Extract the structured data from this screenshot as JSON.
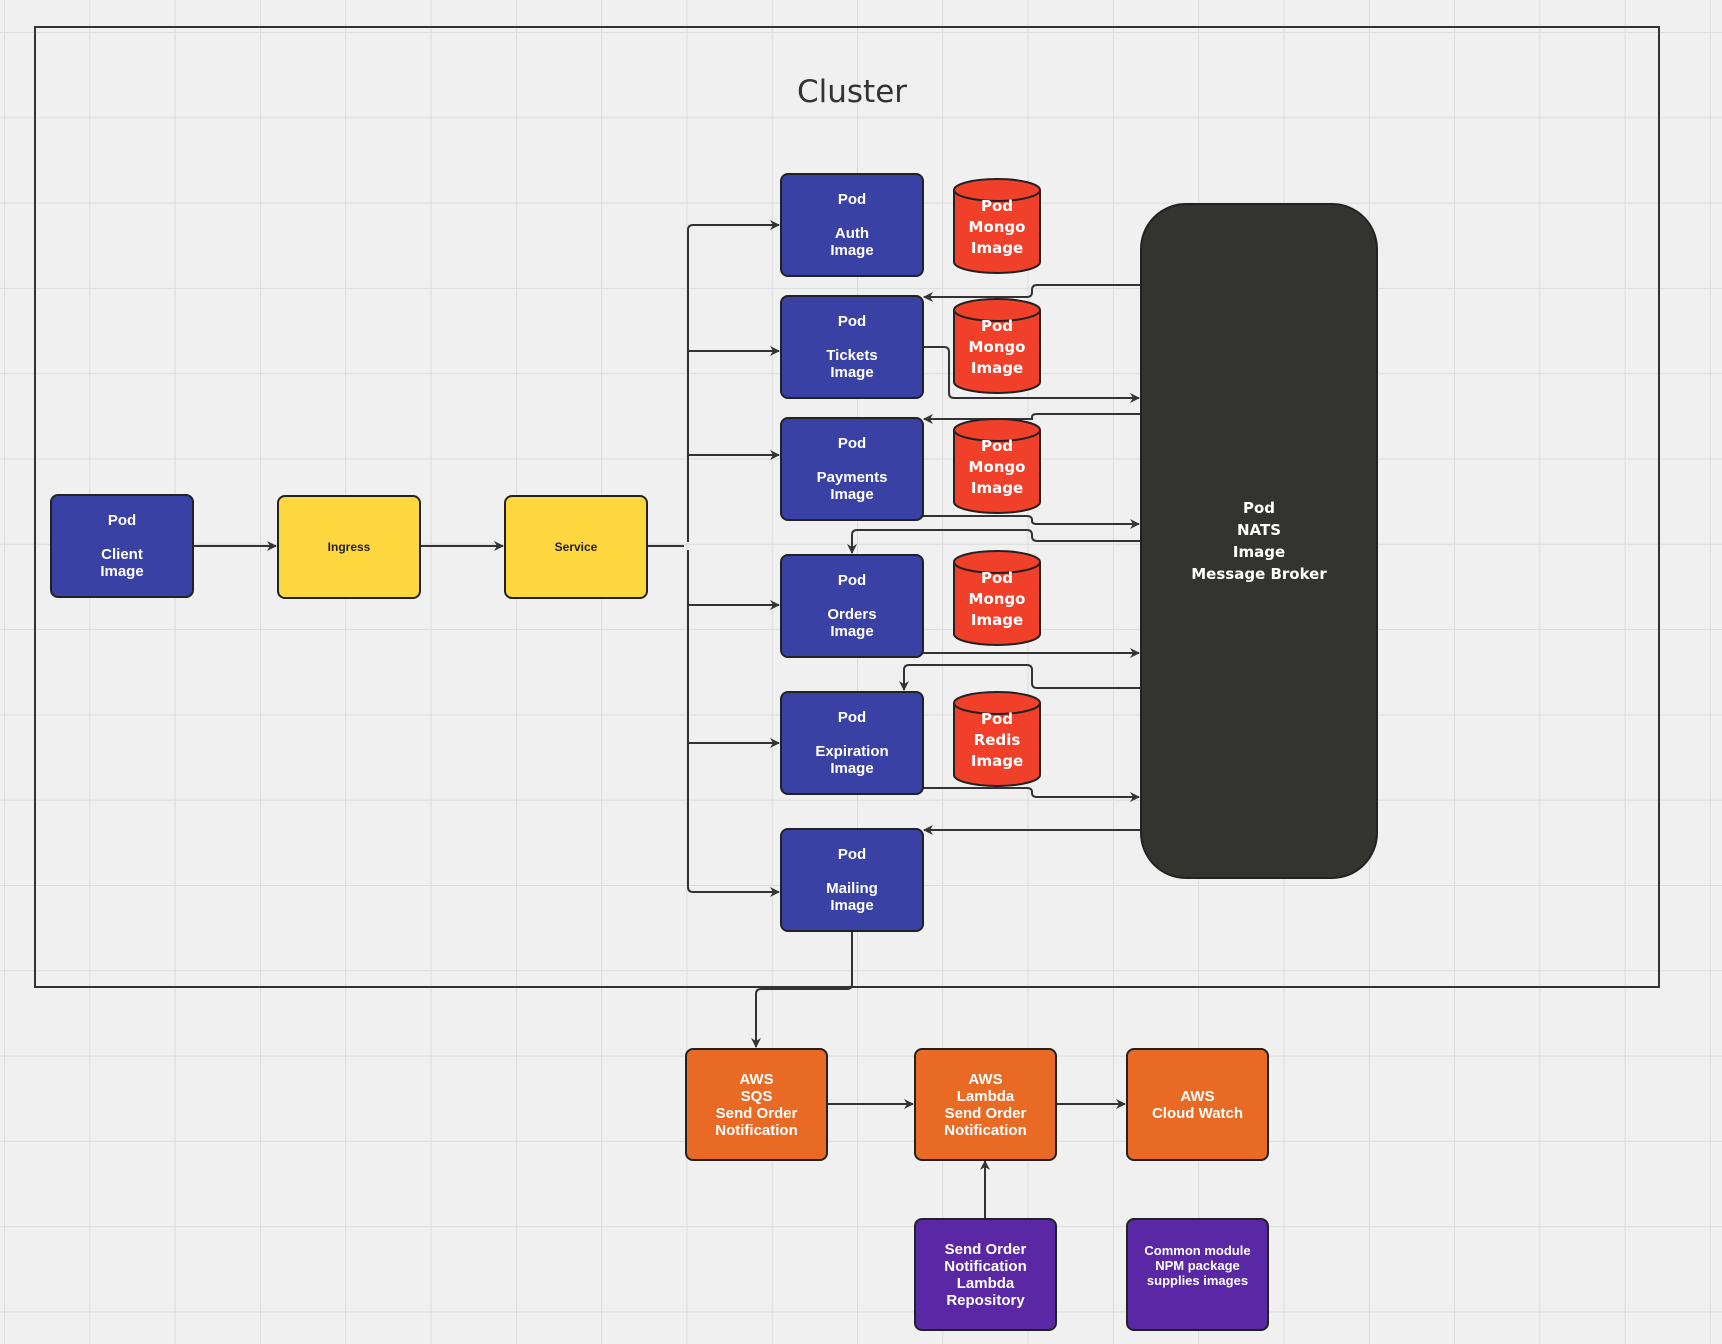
{
  "cluster": {
    "title": "Cluster"
  },
  "colors": {
    "pod": "#3a41a4",
    "network": "#ffd840",
    "database": "#f0402a",
    "broker": "#33332f",
    "aws": "#e96a24",
    "repo": "#5a28a4",
    "canvas": "#f0f0f0"
  },
  "nodes": {
    "client": "Pod\n\nClient\nImage",
    "ingress": "Ingress",
    "service": "Service",
    "auth": "Pod\n\nAuth\nImage",
    "tickets": "Pod\n\nTickets\nImage",
    "payments": "Pod\n\nPayments\nImage",
    "orders": "Pod\n\nOrders\nImage",
    "expiration": "Pod\n\nExpiration\nImage",
    "mailing": "Pod\n\nMailing\nImage",
    "nats": "Pod\nNATS\nImage\nMessage Broker",
    "sqs": "AWS\nSQS\nSend Order\nNotification",
    "lambda": "AWS\nLambda\nSend Order\nNotification",
    "cloudwatch": "AWS\nCloud Watch",
    "lambda_repo": "Send Order\nNotification\nLambda\nRepository",
    "common_module": "Common module\nNPM package\nsupplies images"
  },
  "databases": {
    "auth_db": "Pod\nMongo\nImage",
    "tickets_db": "Pod\nMongo\nImage",
    "payments_db": "Pod\nMongo\nImage",
    "orders_db": "Pod\nMongo\nImage",
    "expiration_db": "Pod\nRedis\nImage"
  },
  "edges": [
    {
      "from": "client",
      "to": "ingress"
    },
    {
      "from": "ingress",
      "to": "service"
    },
    {
      "from": "service",
      "to": "auth"
    },
    {
      "from": "service",
      "to": "tickets"
    },
    {
      "from": "service",
      "to": "payments"
    },
    {
      "from": "service",
      "to": "orders"
    },
    {
      "from": "service",
      "to": "expiration"
    },
    {
      "from": "service",
      "to": "mailing"
    },
    {
      "from": "nats",
      "to": "tickets"
    },
    {
      "from": "tickets",
      "to": "nats"
    },
    {
      "from": "nats",
      "to": "payments"
    },
    {
      "from": "payments",
      "to": "nats"
    },
    {
      "from": "nats",
      "to": "orders"
    },
    {
      "from": "orders",
      "to": "nats"
    },
    {
      "from": "nats",
      "to": "expiration"
    },
    {
      "from": "expiration",
      "to": "nats"
    },
    {
      "from": "nats",
      "to": "mailing"
    },
    {
      "from": "mailing",
      "to": "sqs"
    },
    {
      "from": "sqs",
      "to": "lambda"
    },
    {
      "from": "lambda",
      "to": "cloudwatch"
    },
    {
      "from": "lambda_repo",
      "to": "lambda"
    }
  ]
}
